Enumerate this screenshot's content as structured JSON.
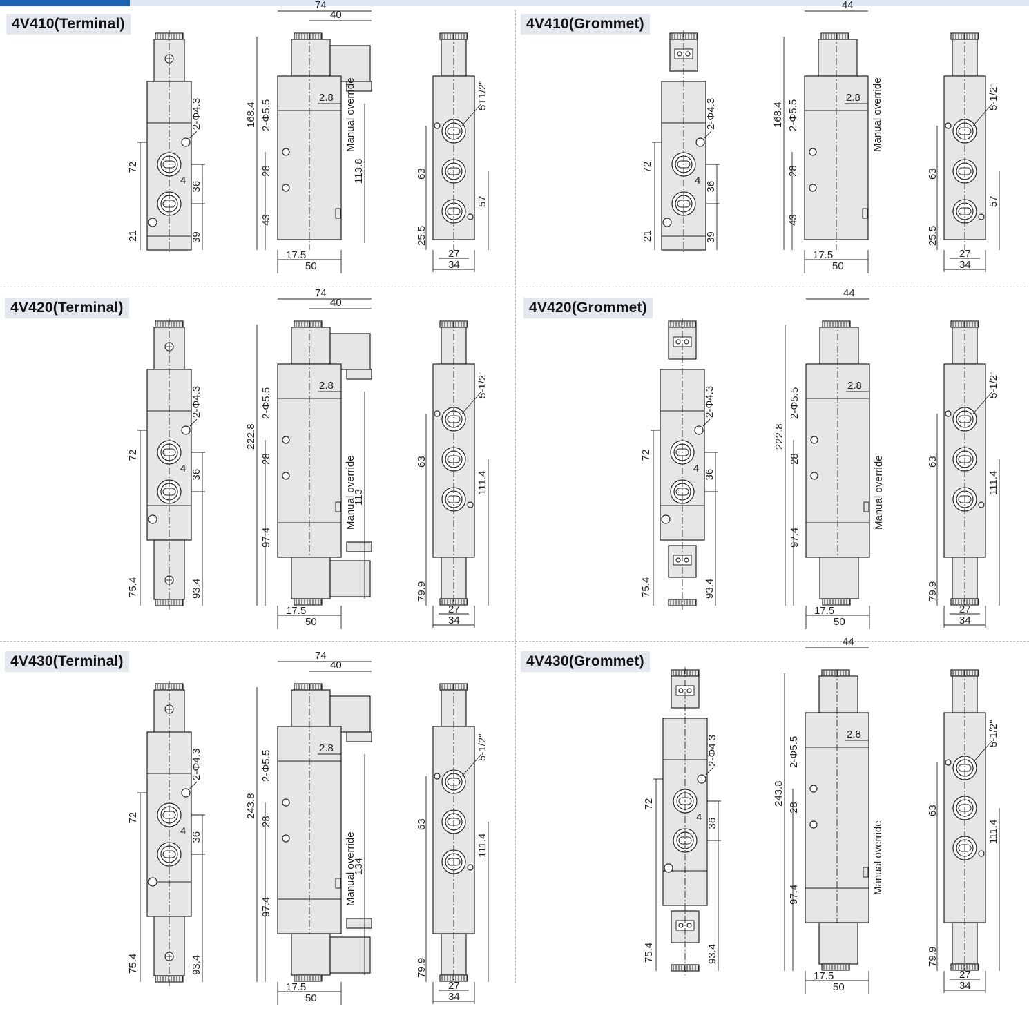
{
  "panels": [
    {
      "title": "4V410(Terminal)",
      "variant": "terminal",
      "coil": "single",
      "front": {
        "hole": "2-Φ4.3",
        "height_total": "72",
        "gap": "4",
        "pitch": "36",
        "bottom_a": "39",
        "bottom_b": "21"
      },
      "side": {
        "width_total": "74",
        "coil_width": "40",
        "length_total": "168.4",
        "hole": "2-Φ5.5",
        "offset": "2.8",
        "pitch": "28",
        "bottom": "43",
        "override_height": "113.8",
        "override_label": "Manual override",
        "foot": "17.5",
        "width": "50"
      },
      "end": {
        "port": "5T1/2\"",
        "height_a": "63",
        "bottom": "25.5",
        "port_height": "57",
        "inner_width": "27",
        "width": "34"
      }
    },
    {
      "title": "4V410(Grommet)",
      "variant": "grommet",
      "coil": "single",
      "front": {
        "hole": "2-Φ4.3",
        "height_total": "72",
        "gap": "4",
        "pitch": "36",
        "bottom_a": "39",
        "bottom_b": "21"
      },
      "side": {
        "width_total": "44",
        "coil_width": "",
        "length_total": "168.4",
        "hole": "2-Φ5.5",
        "offset": "2.8",
        "pitch": "28",
        "bottom": "43",
        "override_height": "",
        "override_label": "Manual override",
        "foot": "17.5",
        "width": "50"
      },
      "end": {
        "port": "5-1/2\"",
        "height_a": "63",
        "bottom": "25.5",
        "port_height": "57",
        "inner_width": "27",
        "width": "34"
      }
    },
    {
      "title": "4V420(Terminal)",
      "variant": "terminal",
      "coil": "double",
      "front": {
        "hole": "2-Φ4.3",
        "height_total": "72",
        "gap": "4",
        "pitch": "36",
        "bottom_a": "93.4",
        "bottom_b": "75.4"
      },
      "side": {
        "width_total": "74",
        "coil_width": "40",
        "length_total": "222.8",
        "hole": "2-Φ5.5",
        "offset": "2.8",
        "pitch": "28",
        "bottom": "97.4",
        "override_height": "113",
        "override_label": "Manual override",
        "foot": "17.5",
        "width": "50"
      },
      "end": {
        "port": "5-1/2\"",
        "height_a": "63",
        "bottom": "79.9",
        "port_height": "111.4",
        "inner_width": "27",
        "width": "34"
      }
    },
    {
      "title": "4V420(Grommet)",
      "variant": "grommet",
      "coil": "double",
      "front": {
        "hole": "2-Φ4.3",
        "height_total": "72",
        "gap": "4",
        "pitch": "36",
        "bottom_a": "93.4",
        "bottom_b": "75.4"
      },
      "side": {
        "width_total": "44",
        "coil_width": "",
        "length_total": "222.8",
        "hole": "2-Φ5.5",
        "offset": "2.8",
        "pitch": "28",
        "bottom": "97.4",
        "override_height": "",
        "override_label": "Manual override",
        "foot": "17.5",
        "width": "50"
      },
      "end": {
        "port": "5-1/2\"",
        "height_a": "63",
        "bottom": "79.9",
        "port_height": "111.4",
        "inner_width": "27",
        "width": "34"
      }
    },
    {
      "title": "4V430(Terminal)",
      "variant": "terminal",
      "coil": "double",
      "front": {
        "hole": "2-Φ4.3",
        "height_total": "72",
        "gap": "4",
        "pitch": "36",
        "bottom_a": "93.4",
        "bottom_b": "75.4"
      },
      "side": {
        "width_total": "74",
        "coil_width": "40",
        "length_total": "243.8",
        "hole": "2-Φ5.5",
        "offset": "2.8",
        "pitch": "28",
        "bottom": "97.4",
        "override_height": "134",
        "override_label": "Manual override",
        "foot": "17.5",
        "width": "50"
      },
      "end": {
        "port": "5-1/2\"",
        "height_a": "63",
        "bottom": "79.9",
        "port_height": "111.4",
        "inner_width": "27",
        "width": "34"
      }
    },
    {
      "title": "4V430(Grommet)",
      "variant": "grommet",
      "coil": "double",
      "front": {
        "hole": "2-Φ4.3",
        "height_total": "72",
        "gap": "4",
        "pitch": "36",
        "bottom_a": "93.4",
        "bottom_b": "75.4"
      },
      "side": {
        "width_total": "44",
        "coil_width": "",
        "length_total": "243.8",
        "hole": "2-Φ5.5",
        "offset": "2.8",
        "pitch": "28",
        "bottom": "97.4",
        "override_height": "",
        "override_label": "Manual override",
        "foot": "17.5",
        "width": "50"
      },
      "end": {
        "port": "5-1/2\"",
        "height_a": "63",
        "bottom": "79.9",
        "port_height": "111.4",
        "inner_width": "27",
        "width": "34"
      }
    }
  ],
  "colors": {
    "accent": "#1d63b4",
    "band": "#dfe8f4",
    "title_bg": "#e3e8ef",
    "body_fill": "#e6e6e6",
    "line": "#222222"
  }
}
